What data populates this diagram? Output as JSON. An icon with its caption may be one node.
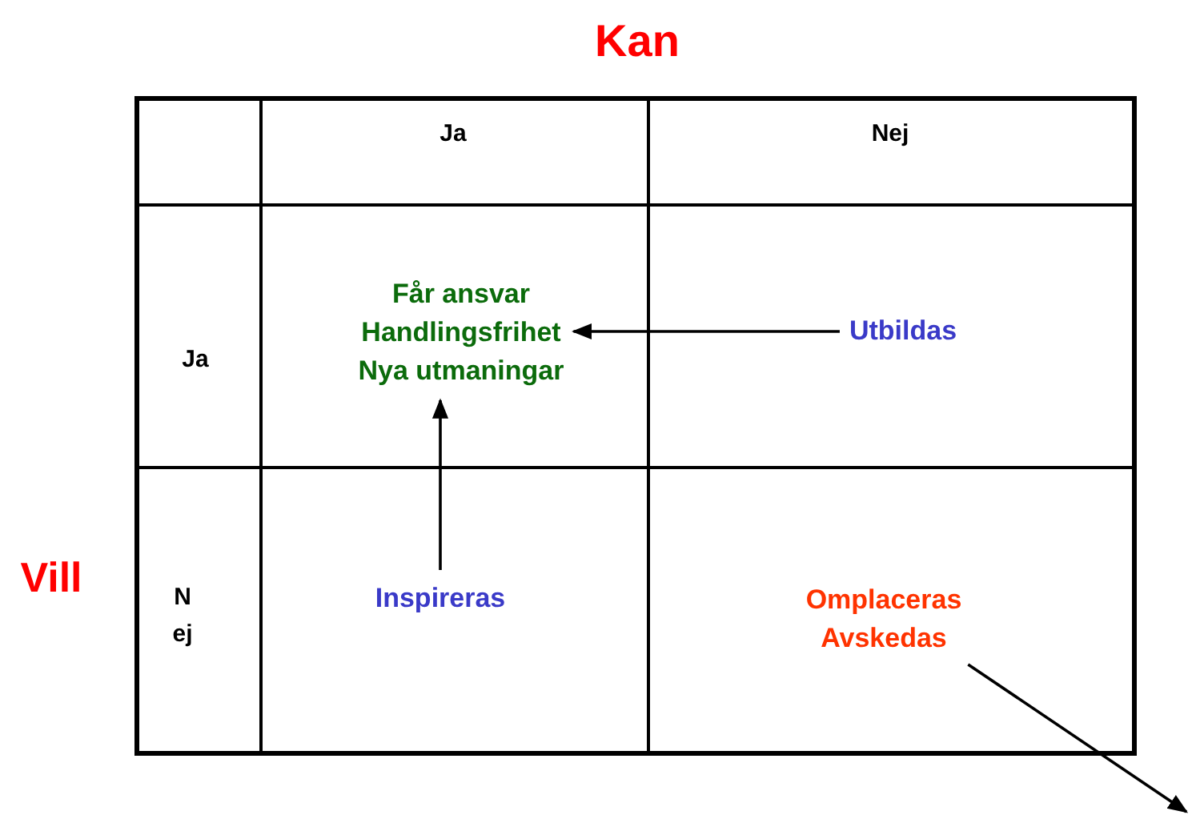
{
  "diagram": {
    "nodes": [
      {
        "text": [
          "Får ansvar",
          "Handlingsfrihet",
          "Nya utmaningar"
        ]
      },
      {
        "text": [
          "Utbildas"
        ]
      },
      {
        "text": [
          "Inspireras"
        ]
      },
      {
        "text": [
          "Omplaceras",
          "Avskedas"
        ]
      }
    ],
    "edges": [
      {
        "from": 1,
        "to": 0,
        "arrow": "to"
      },
      {
        "from": 2,
        "to": 0,
        "arrow": "to"
      },
      {
        "from": 3,
        "to": null,
        "arrow": "to"
      }
    ],
    "labels": [
      "Kan",
      "Ja",
      "Nej",
      "Ja",
      "Vill",
      "Nej"
    ]
  }
}
